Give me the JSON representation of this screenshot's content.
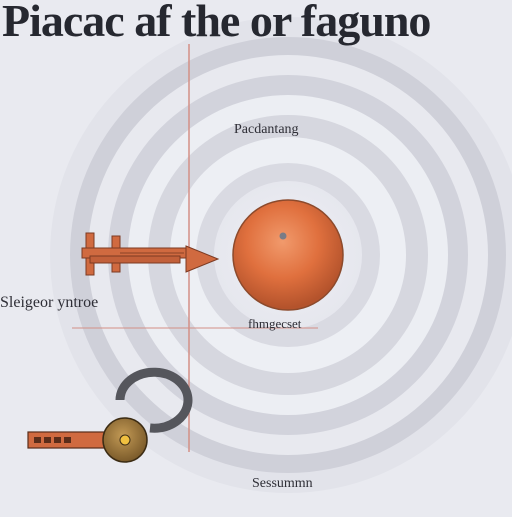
{
  "title": "Piacac af the or faguno",
  "labels": {
    "top": "Pacdantang",
    "left": "Sleigeor yntroe",
    "middle": "fhmgecset",
    "bottom": "Sessummn"
  },
  "colors": {
    "background": "#e9eaf0",
    "ring": "#c9c9d3",
    "sphere": "#e0703e",
    "arrow": "#d06a40",
    "guide_line": "#d38f86"
  }
}
